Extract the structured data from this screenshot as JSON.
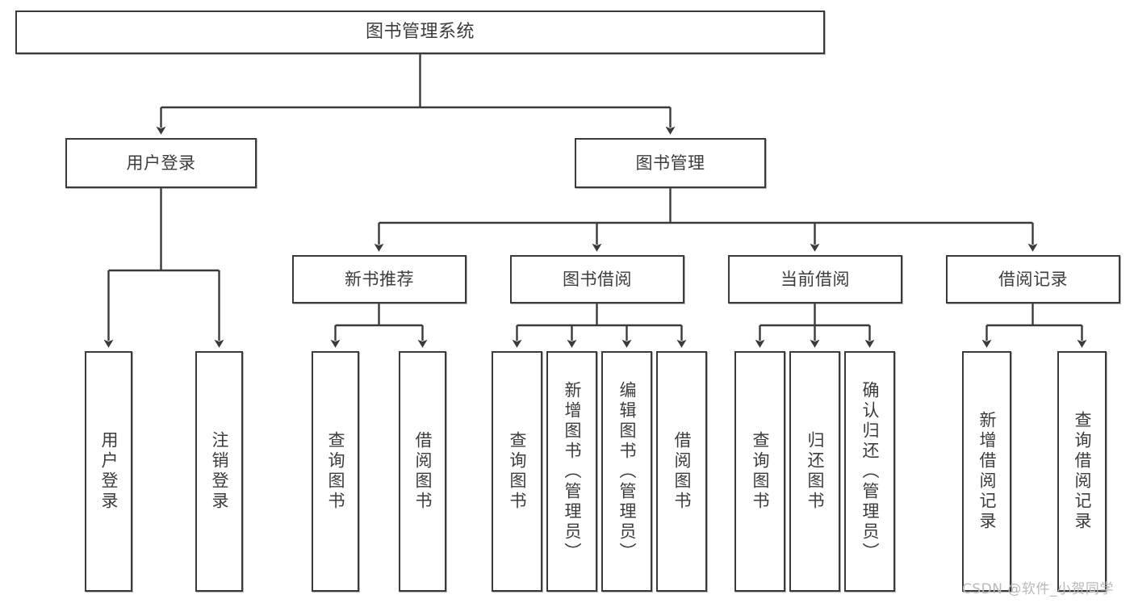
{
  "diagram": {
    "title": "图书管理系统",
    "type": "tree-hierarchy",
    "root": {
      "id": "root",
      "label": "图书管理系统"
    },
    "level2": [
      {
        "id": "user-login",
        "label": "用户登录"
      },
      {
        "id": "book-management",
        "label": "图书管理"
      }
    ],
    "level3": [
      {
        "id": "new-book-recommend",
        "label": "新书推荐"
      },
      {
        "id": "book-borrow",
        "label": "图书借阅"
      },
      {
        "id": "current-borrow",
        "label": "当前借阅"
      },
      {
        "id": "borrow-record",
        "label": "借阅记录"
      }
    ],
    "leaves": {
      "user_login": [
        {
          "id": "leaf-user-login",
          "label": "用户登录"
        },
        {
          "id": "leaf-logout-login",
          "label": "注销登录"
        }
      ],
      "new_book_recommend": [
        {
          "id": "leaf-query-book-1",
          "label": "查询图书"
        },
        {
          "id": "leaf-borrow-book-1",
          "label": "借阅图书"
        }
      ],
      "book_borrow": [
        {
          "id": "leaf-query-book-2",
          "label": "查询图书"
        },
        {
          "id": "leaf-add-book",
          "label": "新增图书（管理员）"
        },
        {
          "id": "leaf-edit-book",
          "label": "编辑图书（管理员）"
        },
        {
          "id": "leaf-borrow-book-2",
          "label": "借阅图书"
        }
      ],
      "current_borrow": [
        {
          "id": "leaf-query-book-3",
          "label": "查询图书"
        },
        {
          "id": "leaf-return-book",
          "label": "归还图书"
        },
        {
          "id": "leaf-confirm-return",
          "label": "确认归还（管理员）"
        }
      ],
      "borrow_record": [
        {
          "id": "leaf-add-record",
          "label": "新增借阅记录"
        },
        {
          "id": "leaf-query-record",
          "label": "查询借阅记录"
        }
      ]
    },
    "colors": {
      "stroke": "#3a3a3a",
      "fill": "#ffffff",
      "text": "#3c3c3c",
      "watermark": "#b9b9b9"
    }
  },
  "watermark": {
    "text": "CSDN @软件_小贺同学"
  }
}
